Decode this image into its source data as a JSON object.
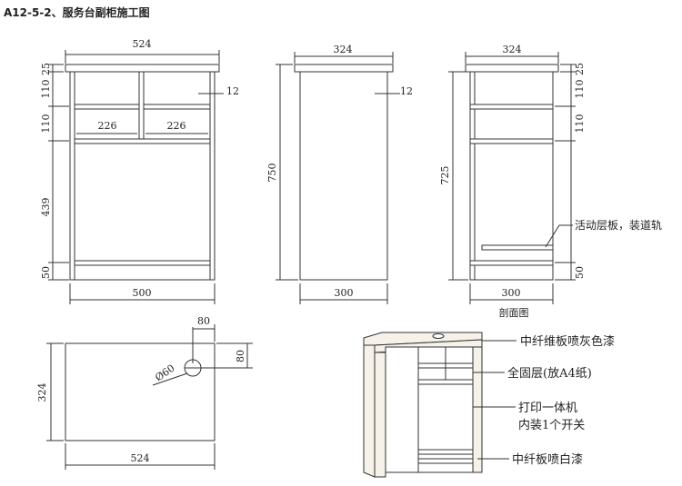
{
  "title": "A12-5-2、服务台副柜施工图",
  "front_view": {
    "top_width": "524",
    "bottom_width": "500",
    "h_top": "25",
    "h_drawer1": "110",
    "h_drawer2": "110",
    "h_open": "439",
    "h_base": "50",
    "w_left": "226",
    "w_right": "226",
    "thickness": "12"
  },
  "side_view": {
    "top_depth": "324",
    "height": "750",
    "thickness": "12",
    "bottom_depth": "300"
  },
  "section_view": {
    "top_depth": "324",
    "inner_height": "725",
    "h_top": "25",
    "h_1": "110",
    "h_2": "110",
    "h_base": "50",
    "bottom_depth": "300",
    "slide_note": "活动层板，装道轨",
    "caption": "剖面图"
  },
  "plan_view": {
    "hole_offset_x": "80",
    "hole_offset_y": "80",
    "hole_dia": "Ø60",
    "depth": "324",
    "width": "524"
  },
  "perspective": {
    "notes": [
      "中纤维板喷灰色漆",
      "全固层(放A4纸)",
      "打印一体机",
      "内装1个开关",
      "中纤板喷白漆"
    ]
  }
}
